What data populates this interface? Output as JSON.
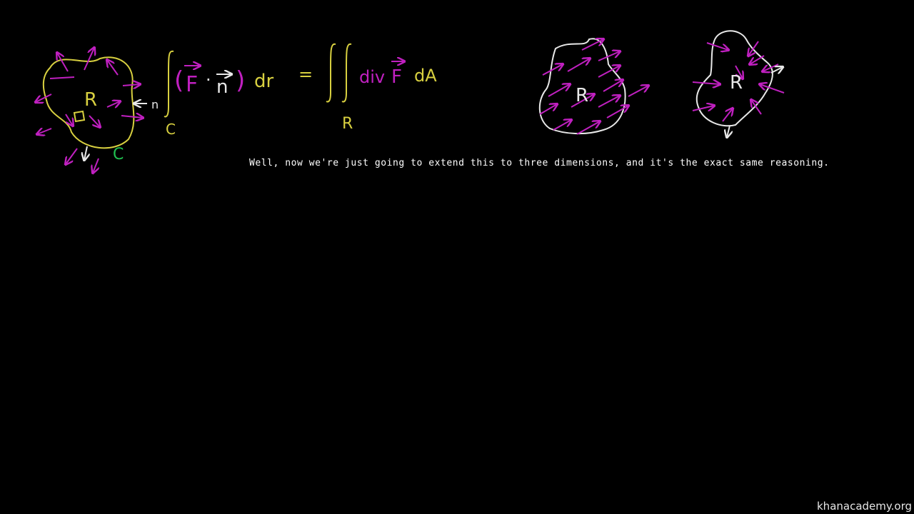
{
  "colors": {
    "background": "#000000",
    "yellow": "#d8d040",
    "magenta": "#c020c0",
    "white": "#e8e8e8",
    "green": "#20c050"
  },
  "video": {
    "subtitle": "Well, now we're just going to extend this to three dimensions, and it's the exact same reasoning.",
    "watermark": "khanacademy.org"
  },
  "board": {
    "region_label": "R",
    "curve_label": "C",
    "normal_label": "n",
    "integral_sub_c": "C",
    "integral_sub_r": "R",
    "lhs_f": "F",
    "lhs_dot": "·",
    "lhs_n": "n",
    "lhs_dr": "dr",
    "equals": "=",
    "rhs_div": "div",
    "rhs_f": "F",
    "rhs_da": "dA",
    "region2_label": "R",
    "region3_label": "R"
  }
}
